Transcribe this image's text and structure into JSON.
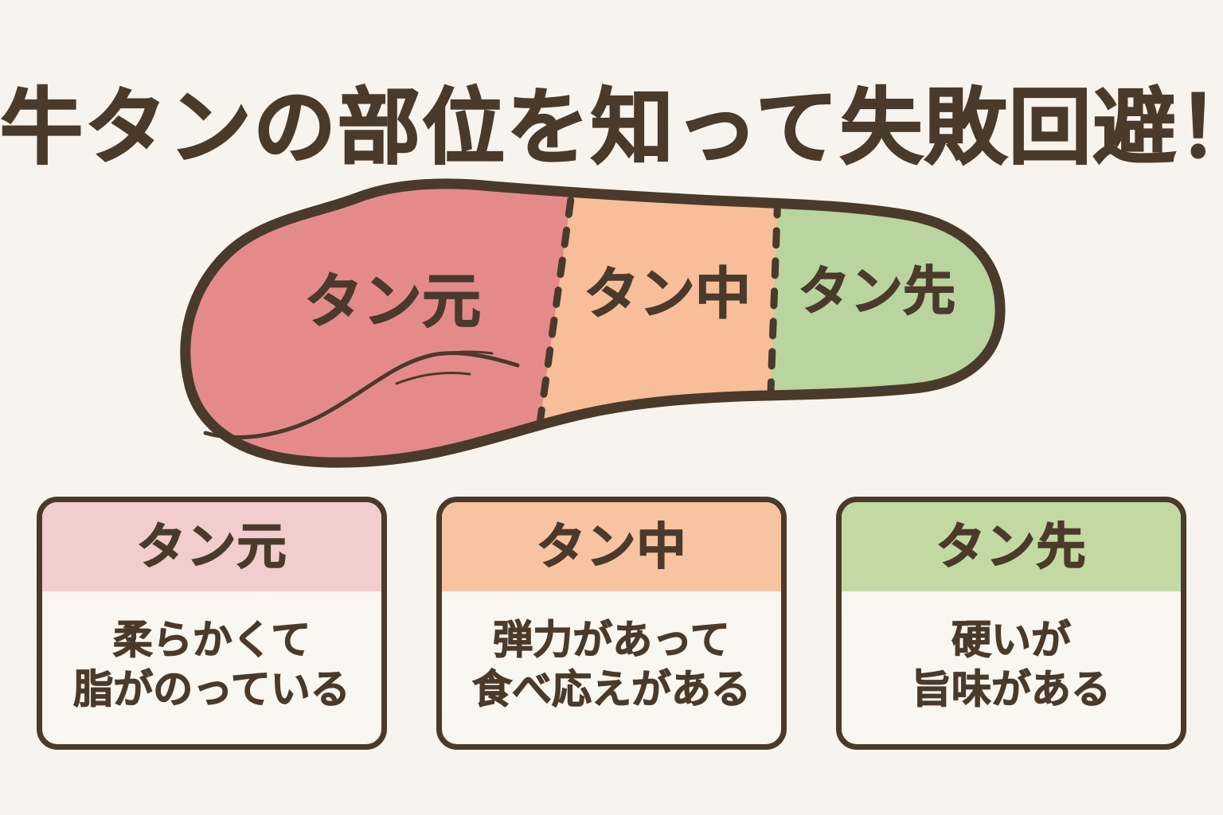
{
  "page": {
    "title": "牛タンの部位を知って失敗回避！",
    "background_color": "#f9f3ed",
    "ink_color": "#4a3a2b"
  },
  "diagram": {
    "name": "beef-tongue-cut-diagram",
    "outline_color": "#4a3a2b",
    "segments": [
      {
        "id": "tan-moto",
        "label": "タン元",
        "fill_color": "#e58a8b",
        "position": "base"
      },
      {
        "id": "tan-naka",
        "label": "タン中",
        "fill_color": "#f8bd99",
        "position": "middle"
      },
      {
        "id": "tan-saki",
        "label": "タン先",
        "fill_color": "#b9d49f",
        "position": "tip"
      }
    ],
    "divider_style": "dashed"
  },
  "cards": [
    {
      "id": "card-tan-moto",
      "heading": "タン元",
      "header_color": "#f2cdcd",
      "body_color": "#faf6f0",
      "lines": [
        "柔らかくて",
        "脂がのっている"
      ]
    },
    {
      "id": "card-tan-naka",
      "heading": "タン中",
      "header_color": "#f8c3a1",
      "body_color": "#faf6f0",
      "lines": [
        "弾力があって",
        "食べ応えがある"
      ]
    },
    {
      "id": "card-tan-saki",
      "heading": "タン先",
      "header_color": "#c3d9a3",
      "body_color": "#faf6f0",
      "lines": [
        "硬いが",
        "旨味がある"
      ]
    }
  ]
}
